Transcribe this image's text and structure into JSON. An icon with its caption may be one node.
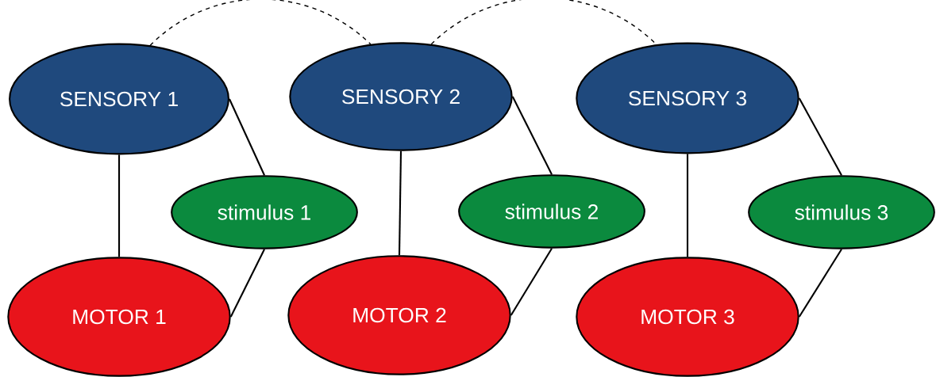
{
  "diagram": {
    "nodes": [
      {
        "text": [
          "SENSORY 1"
        ]
      },
      {
        "text": [
          "SENSORY 2"
        ]
      },
      {
        "text": [
          "SENSORY 3"
        ]
      },
      {
        "text": [
          "stimulus 1"
        ]
      },
      {
        "text": [
          "stimulus 2"
        ]
      },
      {
        "text": [
          "stimulus 3"
        ]
      },
      {
        "text": [
          "MOTOR 1"
        ]
      },
      {
        "text": [
          "MOTOR 2"
        ]
      },
      {
        "text": [
          "MOTOR 3"
        ]
      }
    ],
    "edges": [
      {
        "from": 0,
        "to": 1,
        "arrow": "none",
        "style": "dashed"
      },
      {
        "from": 1,
        "to": 2,
        "arrow": "none",
        "style": "dashed"
      },
      {
        "from": 0,
        "to": 6,
        "arrow": "none"
      },
      {
        "from": 0,
        "to": 3,
        "arrow": "none"
      },
      {
        "from": 3,
        "to": 6,
        "arrow": "none"
      },
      {
        "from": 1,
        "to": 7,
        "arrow": "none"
      },
      {
        "from": 1,
        "to": 4,
        "arrow": "none"
      },
      {
        "from": 4,
        "to": 7,
        "arrow": "none"
      },
      {
        "from": 2,
        "to": 8,
        "arrow": "none"
      },
      {
        "from": 2,
        "to": 5,
        "arrow": "none"
      },
      {
        "from": 5,
        "to": 8,
        "arrow": "none"
      }
    ]
  }
}
